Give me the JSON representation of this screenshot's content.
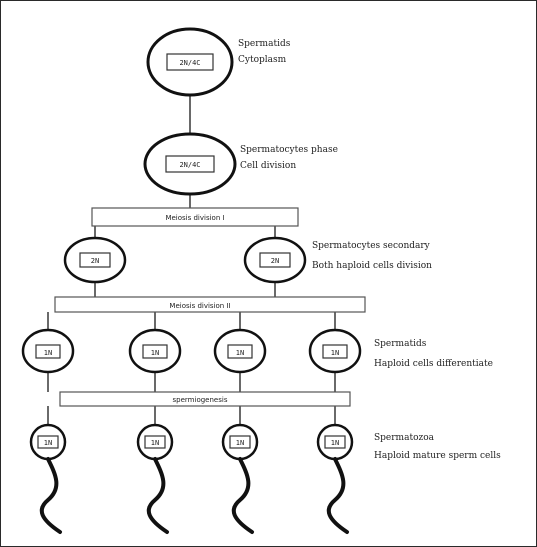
{
  "levels": [
    {
      "nodes": [
        "2N/4C"
      ],
      "label_line1": "Spermatids",
      "label_line2": "Cytoplasm"
    },
    {
      "nodes": [
        "2N/4C"
      ],
      "label_line1": "Spermatocytes phase",
      "label_line2": "Cell division"
    },
    {
      "bar": "Meiosis division I",
      "nodes": [
        "2N",
        "2N"
      ],
      "label_line1": "Spermatocytes secondary",
      "label_line2": "Both haploid cells division"
    },
    {
      "bar": "Meiosis division II",
      "nodes": [
        "1N",
        "1N",
        "1N",
        "1N"
      ],
      "label_line1": "Spermatids",
      "label_line2": "Haploid cells differentiate"
    },
    {
      "bar": "spermiogenesis",
      "nodes": [
        "1N",
        "1N",
        "1N",
        "1N"
      ],
      "label_line1": "Spermatozoa",
      "label_line2": "Haploid mature sperm cells"
    }
  ]
}
